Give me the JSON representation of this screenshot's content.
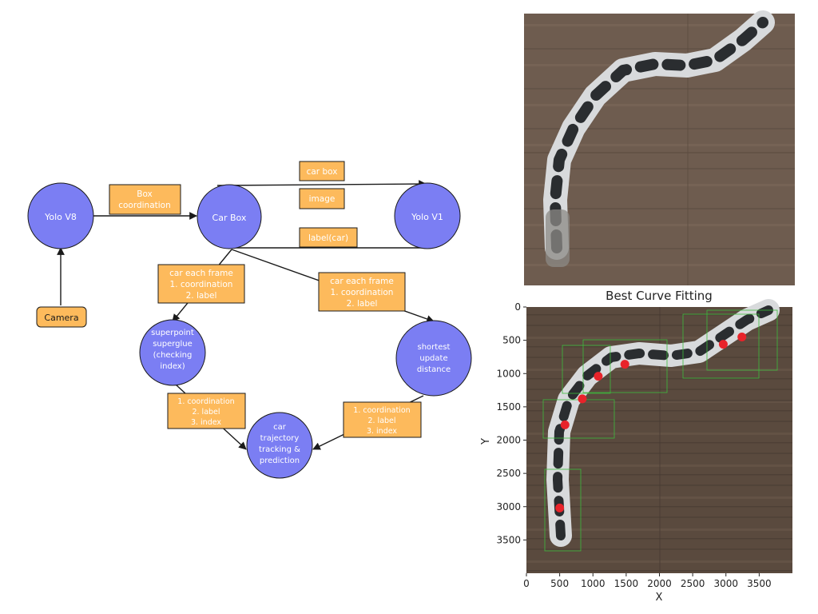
{
  "diagram": {
    "colors": {
      "node": "#7b7ef3",
      "box": "#fdba5c",
      "edge": "#1a1a1a"
    },
    "nodes": {
      "yolo_v8": "Yolo V8",
      "car_box": "Car Box",
      "yolo_v1": "Yolo V1",
      "superpoint": [
        "superpoint",
        "superglue",
        "(checking",
        "index)"
      ],
      "shortest": [
        "shortest",
        "update",
        "distance"
      ],
      "trajectory": [
        "car",
        "trajectory",
        "tracking &",
        "prediction"
      ]
    },
    "boxes": {
      "camera": "Camera",
      "box_coord": [
        "Box",
        "coordination"
      ],
      "car_box": "car box",
      "image": "image",
      "label_car": "label(car)",
      "frame_left": [
        "car each frame",
        "1. coordination",
        "2. label"
      ],
      "frame_right": [
        "car each frame",
        "1. coordination",
        "2. label"
      ],
      "idx_left": [
        "1. coordination",
        "2. label",
        "3. index"
      ],
      "idx_right": [
        "1. coordination",
        "2. label",
        "3. index"
      ]
    }
  },
  "chart_data": {
    "type": "scatter",
    "title": "Best Curve Fitting",
    "xlabel": "X",
    "ylabel": "Y",
    "xlim": [
      0,
      4000
    ],
    "ylim": [
      4000,
      0
    ],
    "x_ticks": [
      0,
      500,
      1000,
      1500,
      2000,
      2500,
      3000,
      3500
    ],
    "y_ticks": [
      0,
      500,
      1000,
      1500,
      2000,
      2500,
      3000,
      3500
    ],
    "marker_color": "#e8232a",
    "points": [
      {
        "x": 500,
        "y": 3020
      },
      {
        "x": 580,
        "y": 1770
      },
      {
        "x": 840,
        "y": 1380
      },
      {
        "x": 1080,
        "y": 1040
      },
      {
        "x": 1480,
        "y": 860
      },
      {
        "x": 2960,
        "y": 560
      },
      {
        "x": 3240,
        "y": 450
      }
    ]
  }
}
